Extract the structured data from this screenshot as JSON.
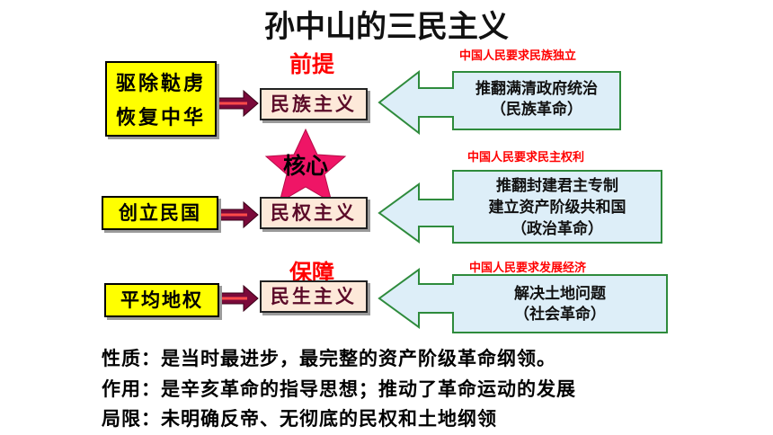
{
  "title": "孙中山的三民主义",
  "rows": [
    {
      "goal_lines": [
        "驱除鞑虏",
        "恢复中华"
      ],
      "principle": "民族主义",
      "role": "前提",
      "demand": "中国人民要求民族独立",
      "desc_lines": [
        "推翻满清政府统治",
        "（民族革命）"
      ]
    },
    {
      "goal_lines": [
        "创立民国"
      ],
      "principle": "民权主义",
      "role": "核心",
      "demand": "中国人民要求民主权利",
      "desc_lines": [
        "推翻封建君主专制",
        "建立资产阶级共和国",
        "（政治革命）"
      ]
    },
    {
      "goal_lines": [
        "平均地权"
      ],
      "principle": "民生主义",
      "role": "保障",
      "demand": "中国人民要求发展经济",
      "desc_lines": [
        "解决土地问题",
        "（社会革命）"
      ]
    }
  ],
  "summary": [
    "性质：是当时最进步，最完整的资产阶级革命纲领。",
    "作用：是辛亥革命的指导思想；推动了革命运动的发展",
    "局限：未明确反帝、无彻底的民权和土地纲领"
  ],
  "colors": {
    "goal_box": "#ffff00",
    "principle_box": "#fde9d9",
    "callout": "#ddeef8",
    "accent": "#ff0000",
    "star": "#ef1566"
  }
}
